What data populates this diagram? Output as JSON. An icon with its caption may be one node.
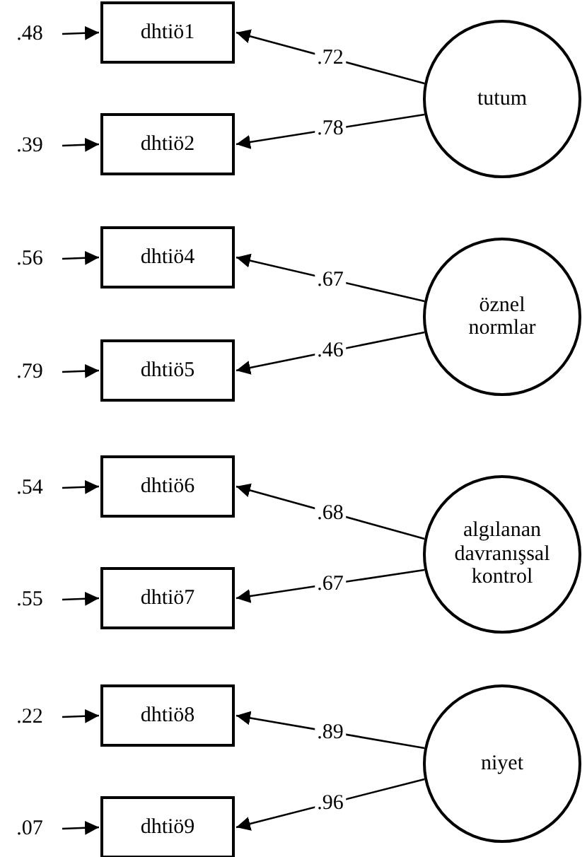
{
  "diagram": {
    "nodes": [
      {
        "text": [
          ".48"
        ]
      },
      {
        "text": [
          "dhtiö1"
        ]
      },
      {
        "text": [
          ".39"
        ]
      },
      {
        "text": [
          "dhtiö2"
        ]
      },
      {
        "text": [
          "tutum"
        ]
      },
      {
        "text": [
          ".56"
        ]
      },
      {
        "text": [
          "dhtiö4"
        ]
      },
      {
        "text": [
          ".79"
        ]
      },
      {
        "text": [
          "dhtiö5"
        ]
      },
      {
        "text": [
          "öznel normlar"
        ]
      },
      {
        "text": [
          ".54"
        ]
      },
      {
        "text": [
          "dhtiö6"
        ]
      },
      {
        "text": [
          ".55"
        ]
      },
      {
        "text": [
          "dhtiö7"
        ]
      },
      {
        "text": [
          "algılanan davranışsal kontrol"
        ]
      },
      {
        "text": [
          ".22"
        ]
      },
      {
        "text": [
          "dhtiö8"
        ]
      },
      {
        "text": [
          ".07"
        ]
      },
      {
        "text": [
          "dhtiö9"
        ]
      },
      {
        "text": [
          "niyet"
        ]
      }
    ],
    "edges": [
      {
        "from": 0,
        "to": 1,
        "arrow": "to"
      },
      {
        "from": 2,
        "to": 3,
        "arrow": "to"
      },
      {
        "from": 4,
        "to": 1,
        "arrow": "to",
        "label": ".72"
      },
      {
        "from": 4,
        "to": 3,
        "arrow": "to",
        "label": ".78"
      },
      {
        "from": 5,
        "to": 6,
        "arrow": "to"
      },
      {
        "from": 7,
        "to": 8,
        "arrow": "to"
      },
      {
        "from": 9,
        "to": 6,
        "arrow": "to",
        "label": ".67"
      },
      {
        "from": 9,
        "to": 8,
        "arrow": "to",
        "label": ".46"
      },
      {
        "from": 10,
        "to": 11,
        "arrow": "to"
      },
      {
        "from": 12,
        "to": 13,
        "arrow": "to"
      },
      {
        "from": 14,
        "to": 11,
        "arrow": "to",
        "label": ".68"
      },
      {
        "from": 14,
        "to": 13,
        "arrow": "to",
        "label": ".67"
      },
      {
        "from": 15,
        "to": 16,
        "arrow": "to"
      },
      {
        "from": 17,
        "to": 18,
        "arrow": "to"
      },
      {
        "from": 19,
        "to": 16,
        "arrow": "to",
        "label": ".89"
      },
      {
        "from": 19,
        "to": 18,
        "arrow": "to",
        "label": ".96"
      }
    ]
  }
}
